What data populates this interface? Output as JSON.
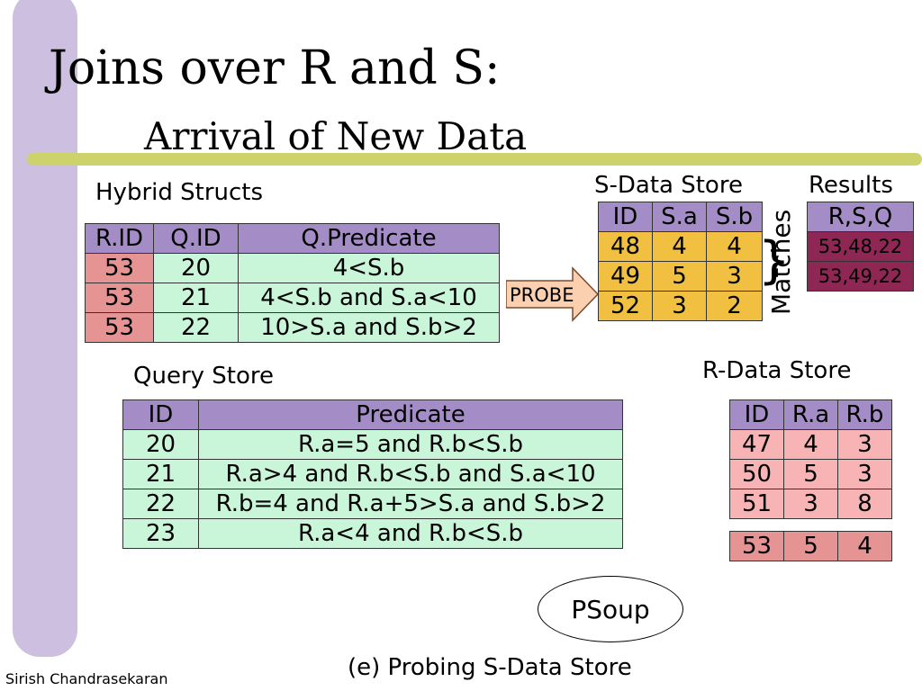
{
  "slide": {
    "title": "Joins over R and S:",
    "subtitle": "Arrival of New Data",
    "author": "Sirish Chandrasekaran",
    "caption": "(e) Probing S-Data Store"
  },
  "colors": {
    "sidebar": "#cdbfdf",
    "rule": "#cdd36a",
    "header": "#a48dc6",
    "green_cell": "#c9f5d8",
    "rose_cell": "#e69393",
    "gold_cell": "#f2c040",
    "pink_cell": "#f8b4b4",
    "maroon_cell": "#8e2754",
    "probe_arrow": "#fbd0b0"
  },
  "hybrid": {
    "label": "Hybrid Structs",
    "headers": [
      "R.ID",
      "Q.ID",
      "Q.Predicate"
    ],
    "rows": [
      [
        "53",
        "20",
        "4<S.b"
      ],
      [
        "53",
        "21",
        "4<S.b and S.a<10"
      ],
      [
        "53",
        "22",
        "10>S.a and S.b>2"
      ]
    ]
  },
  "probe": {
    "label": "PROBE"
  },
  "s_store": {
    "label": "S-Data Store",
    "headers": [
      "ID",
      "S.a",
      "S.b"
    ],
    "rows": [
      [
        "48",
        "4",
        "4"
      ],
      [
        "49",
        "5",
        "3"
      ],
      [
        "52",
        "3",
        "2"
      ]
    ]
  },
  "results": {
    "label": "Results",
    "header": "R,S,Q",
    "rows": [
      "53,48,22",
      "53,49,22"
    ]
  },
  "matches": {
    "label": "Matches",
    "brace": "}"
  },
  "query_store": {
    "label": "Query Store",
    "headers": [
      "ID",
      "Predicate"
    ],
    "rows": [
      [
        "20",
        "R.a=5 and R.b<S.b"
      ],
      [
        "21",
        "R.a>4 and R.b<S.b and S.a<10"
      ],
      [
        "22",
        "R.b=4 and R.a+5>S.a and S.b>2"
      ],
      [
        "23",
        "R.a<4 and R.b<S.b"
      ]
    ]
  },
  "r_store": {
    "label": "R-Data Store",
    "headers": [
      "ID",
      "R.a",
      "R.b"
    ],
    "rows": [
      [
        "47",
        "4",
        "3"
      ],
      [
        "50",
        "5",
        "3"
      ],
      [
        "51",
        "3",
        "8"
      ]
    ],
    "new_tuple": [
      "53",
      "5",
      "4"
    ]
  },
  "psoup": {
    "label": "PSoup"
  }
}
